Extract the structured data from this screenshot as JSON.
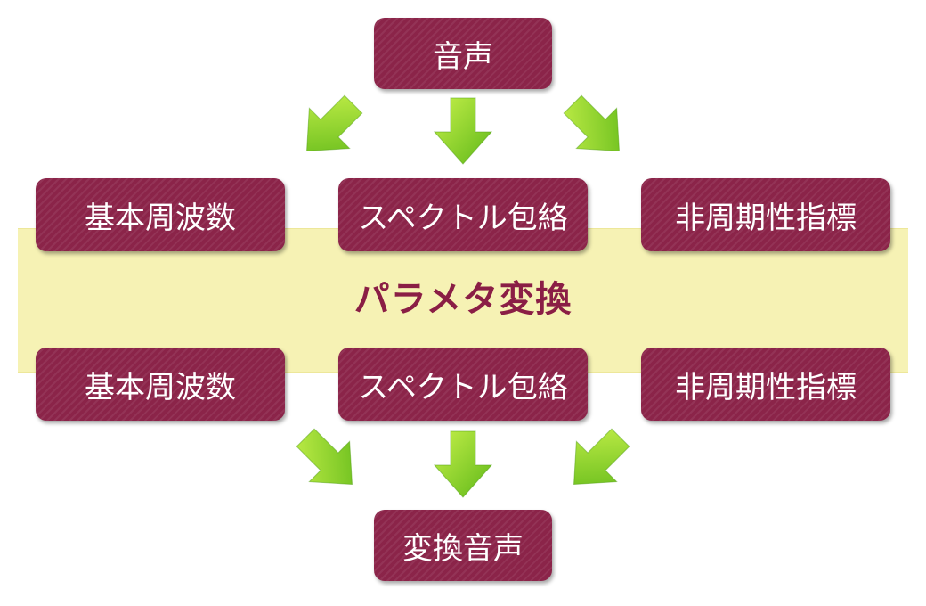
{
  "source": {
    "label": "音声"
  },
  "params_top": [
    {
      "label": "基本周波数"
    },
    {
      "label": "スペクトル包絡"
    },
    {
      "label": "非周期性指標"
    }
  ],
  "conversion": {
    "label": "パラメタ変換"
  },
  "params_bottom": [
    {
      "label": "基本周波数"
    },
    {
      "label": "スペクトル包絡"
    },
    {
      "label": "非周期性指標"
    }
  ],
  "output": {
    "label": "変換音声"
  },
  "colors": {
    "box": "#8b2449",
    "box_text": "#ffffff",
    "band": "#f6f2b4",
    "band_text": "#8a1e45",
    "arrow_light": "#b4ea3a",
    "arrow_dark": "#5fb818"
  }
}
